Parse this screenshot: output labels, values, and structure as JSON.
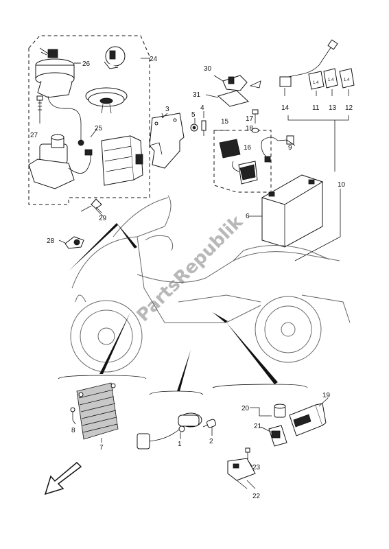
{
  "diagram": {
    "labels": {
      "p1": "1",
      "p2": "2",
      "p3": "3",
      "p4": "4",
      "p5": "5",
      "p6": "6",
      "p7": "7",
      "p8": "8",
      "p9": "9",
      "p10": "10",
      "p11": "11",
      "p12": "12",
      "p13": "13",
      "p14": "14",
      "p15": "15",
      "p16": "16",
      "p17": "17",
      "p18": "18",
      "p19": "19",
      "p20": "20",
      "p21": "21",
      "p22": "22",
      "p23": "23",
      "p24": "24",
      "p25": "25",
      "p26": "26",
      "p27": "27",
      "p28": "28",
      "p29": "29",
      "p30": "30",
      "p31": "31"
    },
    "watermark": "PartsRepublik",
    "fuse_labels": {
      "a": "1.4",
      "b": "1.4",
      "c": "1.4"
    }
  }
}
